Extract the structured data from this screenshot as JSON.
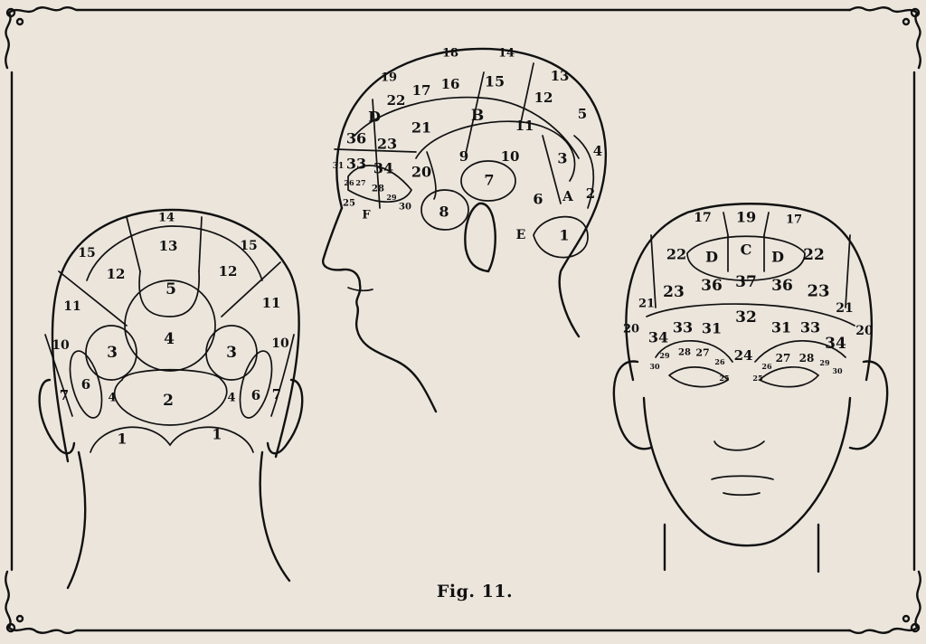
{
  "figure": {
    "caption": "Fig. 11.",
    "colors": {
      "paper": "#ebe5dc",
      "ink": "#111111"
    }
  },
  "back_view": {
    "labels": [
      "14",
      "15",
      "13",
      "15",
      "12",
      "12",
      "5",
      "11",
      "11",
      "4",
      "10",
      "3",
      "3",
      "10",
      "7",
      "6",
      "4",
      "2",
      "4",
      "6",
      "7",
      "1",
      "1"
    ]
  },
  "side_view": {
    "labels": [
      "18",
      "14",
      "19",
      "17",
      "16",
      "15",
      "13",
      "22",
      "12",
      "5",
      "D",
      "B",
      "36",
      "23",
      "21",
      "11",
      "4",
      "31",
      "33",
      "34",
      "20",
      "9",
      "10",
      "3",
      "7",
      "26",
      "27",
      "28",
      "29",
      "30",
      "8",
      "6",
      "A",
      "2",
      "25",
      "F",
      "E",
      "1"
    ]
  },
  "front_view": {
    "labels": [
      "17",
      "19",
      "17",
      "22",
      "D",
      "C",
      "D",
      "22",
      "21",
      "23",
      "36",
      "37",
      "36",
      "23",
      "21",
      "20",
      "34",
      "33",
      "31",
      "32",
      "31",
      "33",
      "34",
      "20",
      "29",
      "28",
      "27",
      "26",
      "24",
      "26",
      "27",
      "28",
      "29",
      "30",
      "30",
      "25",
      "25"
    ]
  }
}
